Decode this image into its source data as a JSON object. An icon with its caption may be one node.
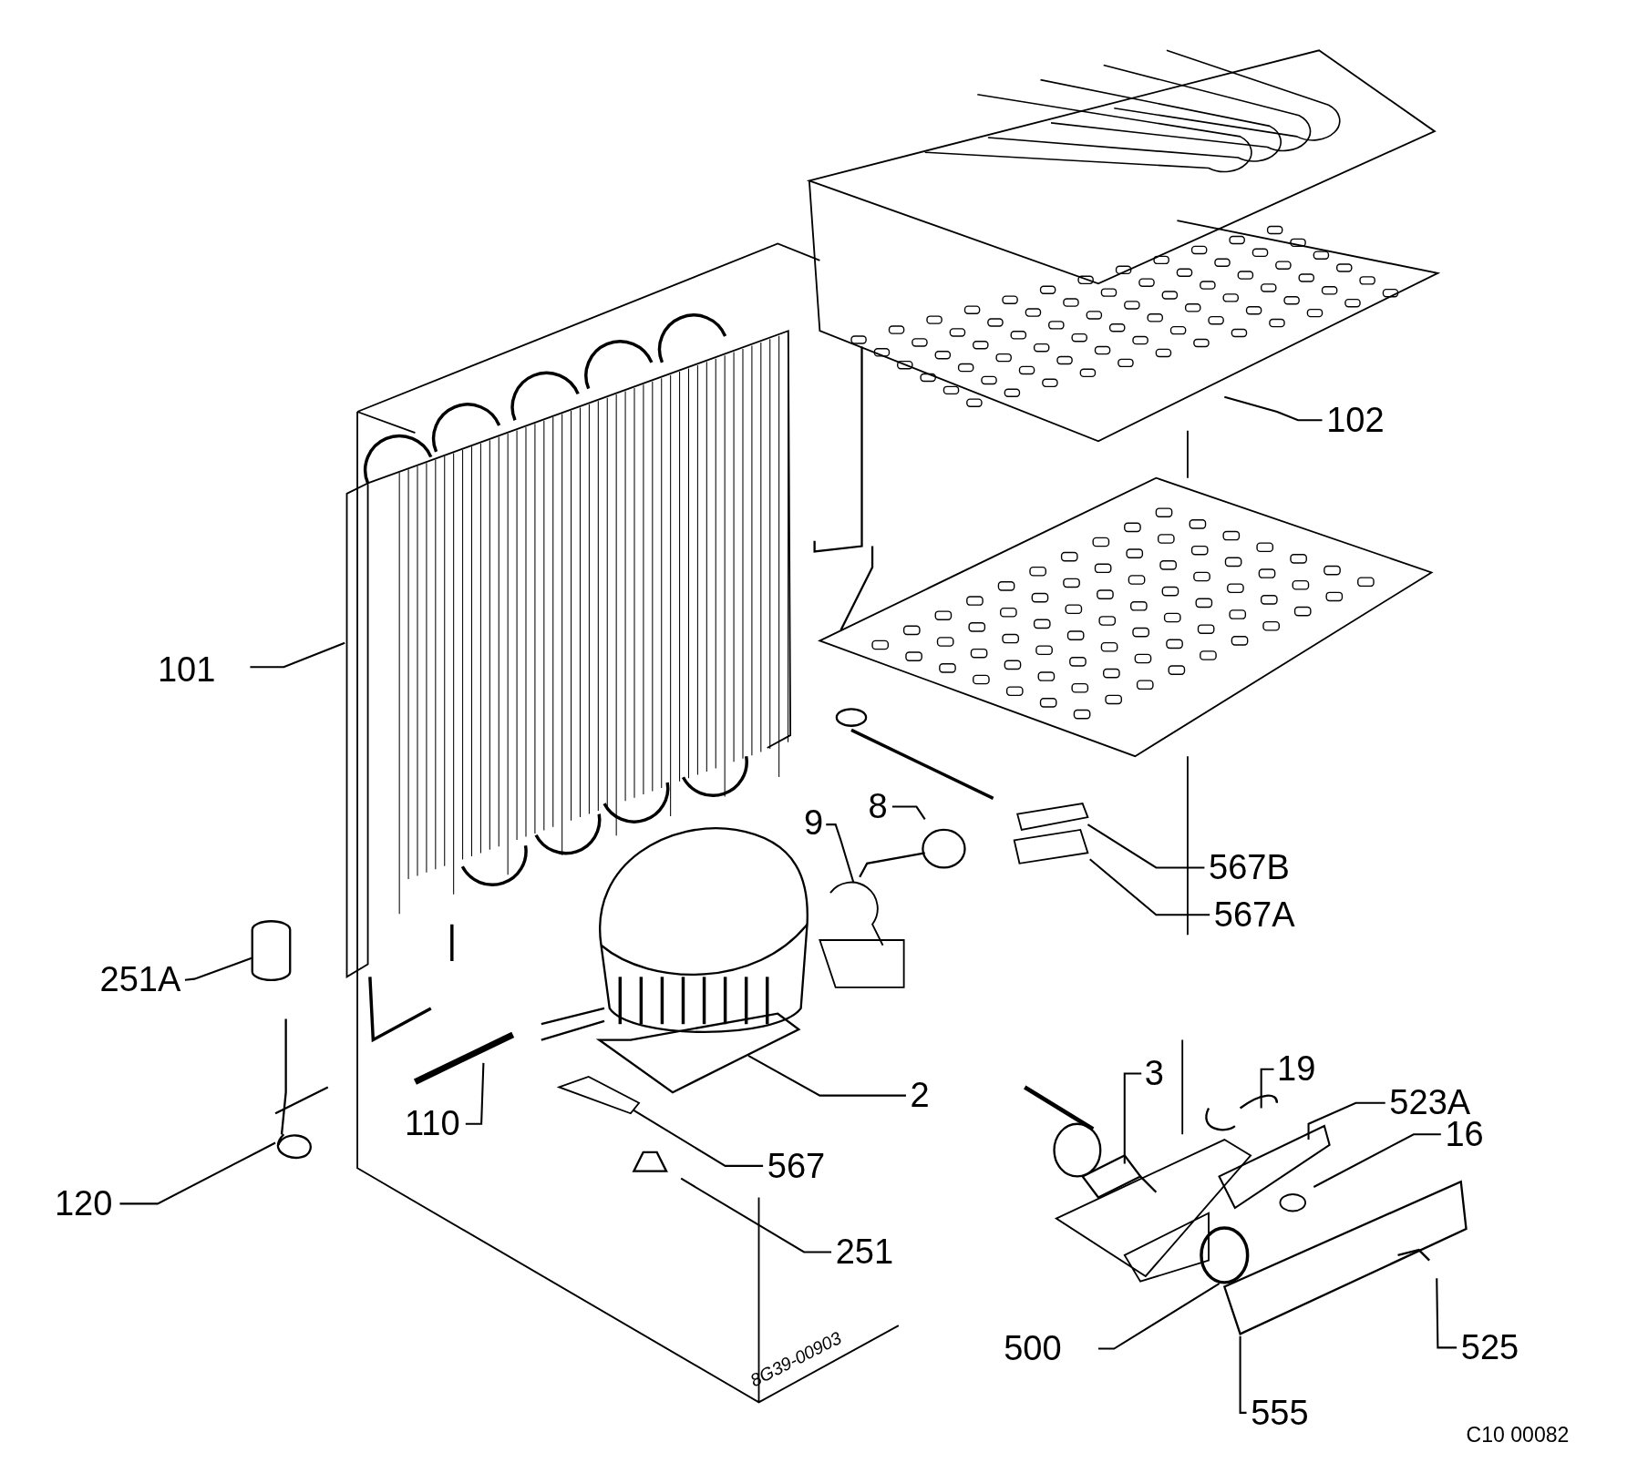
{
  "diagram": {
    "nodes": [
      {
        "text": [
          "102"
        ]
      },
      {
        "text": [
          "101"
        ]
      },
      {
        "text": [
          "9"
        ]
      },
      {
        "text": [
          "8"
        ]
      },
      {
        "text": [
          "567B"
        ]
      },
      {
        "text": [
          "567A"
        ]
      },
      {
        "text": [
          "251A"
        ]
      },
      {
        "text": [
          "110"
        ]
      },
      {
        "text": [
          "2"
        ]
      },
      {
        "text": [
          "3"
        ]
      },
      {
        "text": [
          "19"
        ]
      },
      {
        "text": [
          "523A"
        ]
      },
      {
        "text": [
          "16"
        ]
      },
      {
        "text": [
          "567"
        ]
      },
      {
        "text": [
          "120"
        ]
      },
      {
        "text": [
          "251"
        ]
      },
      {
        "text": [
          "500"
        ]
      },
      {
        "text": [
          "525"
        ]
      },
      {
        "text": [
          "555"
        ]
      }
    ],
    "edges": [
      {
        "from": 0,
        "to": null,
        "arrow": "none"
      },
      {
        "from": 1,
        "to": null,
        "arrow": "none"
      },
      {
        "from": 2,
        "to": null,
        "arrow": "none"
      },
      {
        "from": 3,
        "to": null,
        "arrow": "none"
      },
      {
        "from": 4,
        "to": null,
        "arrow": "none"
      },
      {
        "from": 5,
        "to": null,
        "arrow": "none"
      },
      {
        "from": 6,
        "to": null,
        "arrow": "none"
      },
      {
        "from": 7,
        "to": null,
        "arrow": "none"
      },
      {
        "from": 8,
        "to": null,
        "arrow": "none"
      },
      {
        "from": 9,
        "to": null,
        "arrow": "none"
      },
      {
        "from": 10,
        "to": null,
        "arrow": "none"
      },
      {
        "from": 11,
        "to": null,
        "arrow": "none"
      },
      {
        "from": 12,
        "to": null,
        "arrow": "none"
      },
      {
        "from": 13,
        "to": null,
        "arrow": "none"
      },
      {
        "from": 14,
        "to": null,
        "arrow": "none"
      },
      {
        "from": 15,
        "to": null,
        "arrow": "none"
      },
      {
        "from": 16,
        "to": null,
        "arrow": "none"
      },
      {
        "from": 17,
        "to": null,
        "arrow": "none"
      },
      {
        "from": 18,
        "to": null,
        "arrow": "none"
      }
    ],
    "labels": [
      "8G39-00903",
      "C10 00082"
    ]
  }
}
